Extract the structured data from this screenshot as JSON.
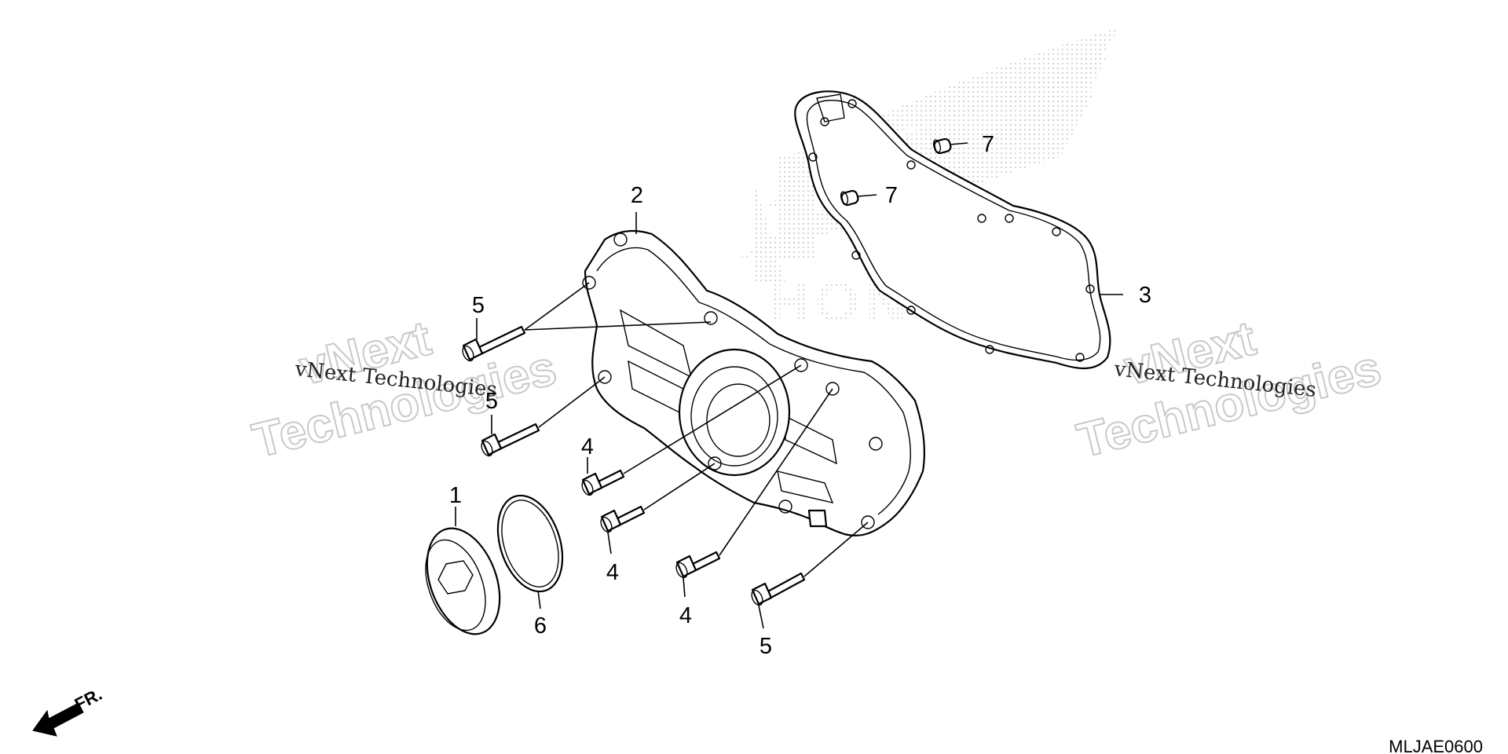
{
  "callouts": [
    {
      "id": "1",
      "label": "1"
    },
    {
      "id": "2",
      "label": "2"
    },
    {
      "id": "3",
      "label": "3"
    },
    {
      "id": "4a",
      "label": "4"
    },
    {
      "id": "4b",
      "label": "4"
    },
    {
      "id": "4c",
      "label": "4"
    },
    {
      "id": "5a",
      "label": "5"
    },
    {
      "id": "5b",
      "label": "5"
    },
    {
      "id": "5c",
      "label": "5"
    },
    {
      "id": "6",
      "label": "6"
    },
    {
      "id": "7a",
      "label": "7"
    },
    {
      "id": "7b",
      "label": "7"
    }
  ],
  "watermark": {
    "line1": "vNext",
    "line2": "Technologies",
    "small": "vNext Technologies",
    "brand": "HONDA"
  },
  "direction_label": "FR.",
  "diagram_code": "MLJAE0600",
  "colors": {
    "line": "#000000",
    "watermark": "#c9c9c9",
    "dots": "#d0d0d0"
  }
}
